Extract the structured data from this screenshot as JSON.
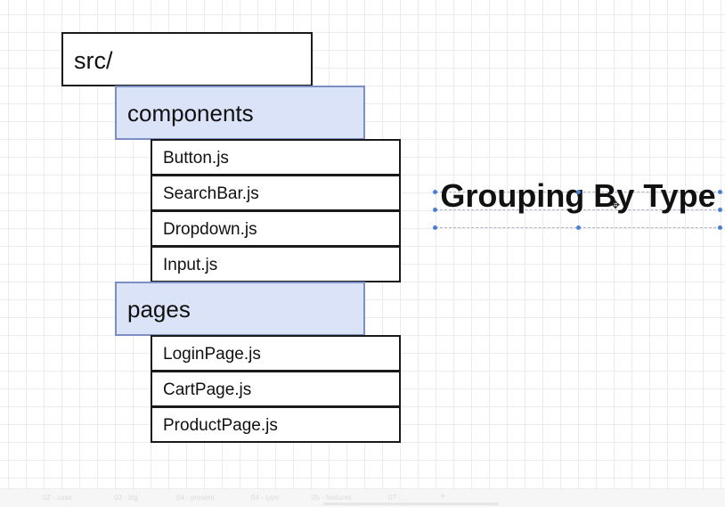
{
  "diagram": {
    "root": {
      "label": "src/"
    },
    "groups": [
      {
        "label": "components",
        "files": [
          "Button.js",
          "SearchBar.js",
          "Dropdown.js",
          "Input.js"
        ]
      },
      {
        "label": "pages",
        "files": [
          "LoginPage.js",
          "CartPage.js",
          "ProductPage.js"
        ]
      }
    ],
    "title": "Grouping By Type"
  },
  "colors": {
    "folder_fill": "#dae3f7",
    "folder_border": "#7d8fc2",
    "file_border": "#1a1a1a",
    "selection_handle": "#4a7fd6"
  },
  "bottom_bar": {
    "page_tabs": [
      "02 - case",
      "03 - big",
      "04 - present",
      "04 - type",
      "05 - features",
      "07 - ...",
      "+"
    ]
  }
}
